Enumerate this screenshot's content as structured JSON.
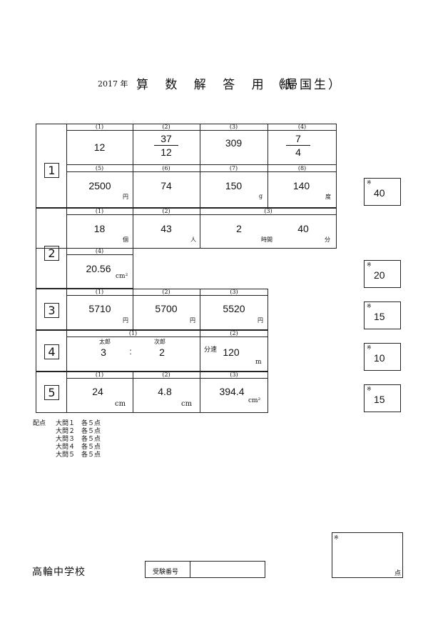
{
  "header": {
    "year": "2017 年",
    "title": "算 数 解 答 用 紙",
    "subtitle": "（帰国生）"
  },
  "sections": [
    {
      "number": "1",
      "questions": [
        {
          "label": "(1)",
          "answer": "12"
        },
        {
          "label": "(2)",
          "numerator": "37",
          "denominator": "12"
        },
        {
          "label": "(3)",
          "answer": "309"
        },
        {
          "label": "(4)",
          "numerator": "7",
          "denominator": "4"
        },
        {
          "label": "(5)",
          "answer": "2500",
          "unit": "円"
        },
        {
          "label": "(6)",
          "answer": "74"
        },
        {
          "label": "(7)",
          "answer": "150",
          "unit": "g"
        },
        {
          "label": "(8)",
          "answer": "140",
          "unit": "度"
        }
      ],
      "score": "40"
    },
    {
      "number": "2",
      "questions": [
        {
          "label": "(1)",
          "answer": "18",
          "unit": "個"
        },
        {
          "label": "(2)",
          "answer": "43",
          "unit": "人"
        },
        {
          "label": "(3)",
          "answer_hours": "2",
          "unit_hours": "時間",
          "answer_minutes": "40",
          "unit_minutes": "分"
        },
        {
          "label": "(4)",
          "answer": "20.56",
          "unit": "cm²"
        }
      ],
      "score": "20"
    },
    {
      "number": "3",
      "questions": [
        {
          "label": "(1)",
          "answer": "5710",
          "unit": "円"
        },
        {
          "label": "(2)",
          "answer": "5700",
          "unit": "円"
        },
        {
          "label": "(3)",
          "answer": "5520",
          "unit": "円"
        }
      ],
      "score": "15"
    },
    {
      "number": "4",
      "questions": [
        {
          "label": "(1)",
          "name_a": "太郎",
          "value_a": "3",
          "separator": ":",
          "name_b": "次郎",
          "value_b": "2"
        },
        {
          "label": "(2)",
          "prefix": "分速",
          "answer": "120",
          "unit": "m"
        }
      ],
      "score": "10"
    },
    {
      "number": "5",
      "questions": [
        {
          "label": "(1)",
          "answer": "24",
          "unit": "cm"
        },
        {
          "label": "(2)",
          "answer": "4.8",
          "unit": "cm"
        },
        {
          "label": "(3)",
          "answer": "394.4",
          "unit": "cm²"
        }
      ],
      "score": "15"
    }
  ],
  "score_mark": "※",
  "allocation": {
    "label": "配点",
    "lines": [
      "大問１　各５点",
      "大問２　各５点",
      "大問３　各５点",
      "大問４　各５点",
      "大問５　各５点"
    ]
  },
  "footer": {
    "school": "高輪中学校",
    "exam_number_label": "受験番号",
    "exam_number_value": "",
    "total_mark": "※",
    "total_unit": "点"
  }
}
